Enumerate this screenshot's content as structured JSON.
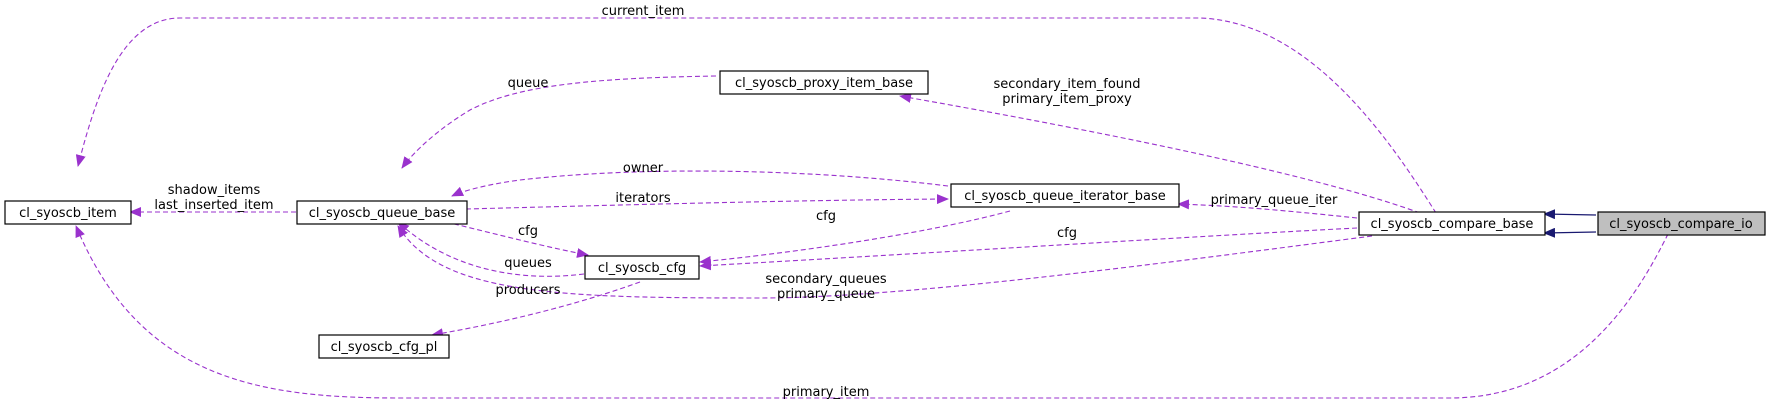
{
  "colors": {
    "usage_edge": "#9a32cd",
    "inherit_edge": "#191970",
    "node_fill": "#ffffff",
    "focus_fill": "#bfbfbf",
    "border": "#000000"
  },
  "nodes": {
    "cl_syoscb_item": "cl_syoscb_item",
    "cl_syoscb_queue_base": "cl_syoscb_queue_base",
    "cl_syoscb_proxy_item_base": "cl_syoscb_proxy_item_base",
    "cl_syoscb_queue_iterator_base": "cl_syoscb_queue_iterator_base",
    "cl_syoscb_cfg": "cl_syoscb_cfg",
    "cl_syoscb_cfg_pl": "cl_syoscb_cfg_pl",
    "cl_syoscb_compare_base": "cl_syoscb_compare_base",
    "cl_syoscb_compare_io": "cl_syoscb_compare_io"
  },
  "edge_labels": {
    "current_item": "current_item",
    "queue": "queue",
    "secondary_item_found": "secondary_item_found",
    "primary_item_proxy": "primary_item_proxy",
    "shadow_items": "shadow_items",
    "last_inserted_item": "last_inserted_item",
    "owner": "owner",
    "iterators": "iterators",
    "cfg_iter": "cfg",
    "primary_queue_iter": "primary_queue_iter",
    "cfg_queue": "cfg",
    "cfg_compare": "cfg",
    "queues": "queues",
    "secondary_queues": "secondary_queues",
    "primary_queue": "primary_queue",
    "producers": "producers",
    "primary_item": "primary_item"
  }
}
